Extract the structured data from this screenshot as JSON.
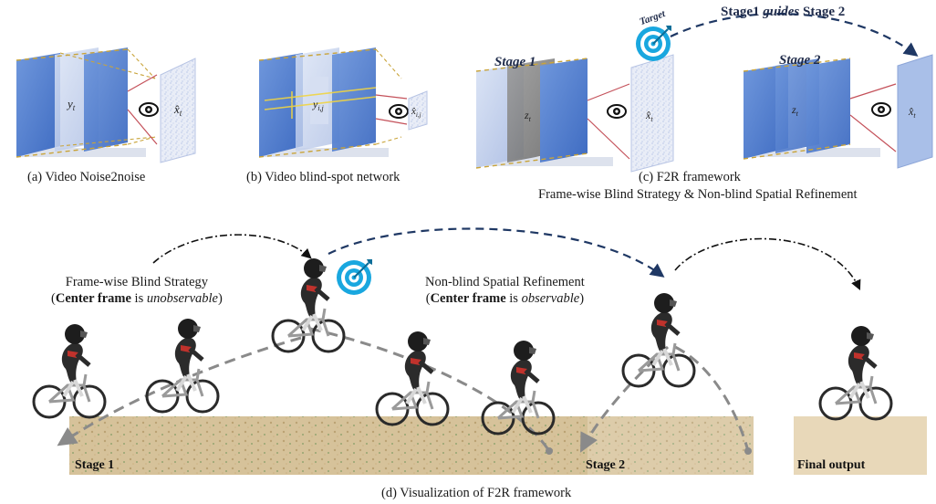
{
  "top": {
    "panel_a": {
      "caption": "(a) Video Noise2noise",
      "center_label": "y",
      "center_sub": "t",
      "out_label": "x̂",
      "out_sub": "t"
    },
    "panel_b": {
      "caption": "(b) Video blind-spot network",
      "center_label": "y",
      "center_sub": "i,j",
      "out_label": "x̂",
      "out_sub": "i,j"
    },
    "panel_c": {
      "caption_line1": "(c) F2R framework",
      "caption_line2": "Frame-wise Blind Strategy & Non-blind Spatial Refinement",
      "stage1_label": "Stage 1",
      "stage2_label": "Stage 2",
      "target_label": "Target",
      "guide_text_pre": "Stage1 ",
      "guide_text_it": "guides",
      "guide_text_post": " Stage 2",
      "frame1_label": "z",
      "frame1_sub": "t",
      "out1_label": "x̂",
      "out1_sub": "t",
      "frame2_label": "z",
      "frame2_sub": "t",
      "out2_label": "x̂",
      "out2_sub": "t"
    }
  },
  "bottom": {
    "left_note": {
      "line1": "Frame-wise Blind Strategy",
      "open": "(",
      "bold": "Center frame",
      "mid": " is ",
      "italic": "unobservable",
      "close": ")"
    },
    "right_note": {
      "line1": "Non-blind Spatial Refinement",
      "open": "(",
      "bold": "Center frame",
      "mid": " is ",
      "italic": "observable",
      "close": ")"
    },
    "stage1_label": "Stage 1",
    "stage2_label": "Stage 2",
    "final_label": "Final output",
    "caption": "(d) Visualization of F2R framework"
  },
  "colors": {
    "frame_blue": "#4f7ed0",
    "frame_light": "#b9c9ea",
    "dash_yellow": "#c9a43a",
    "arrow_navy": "#1f3864",
    "target_cyan": "#19a7df",
    "ground": "#cdb58a"
  }
}
